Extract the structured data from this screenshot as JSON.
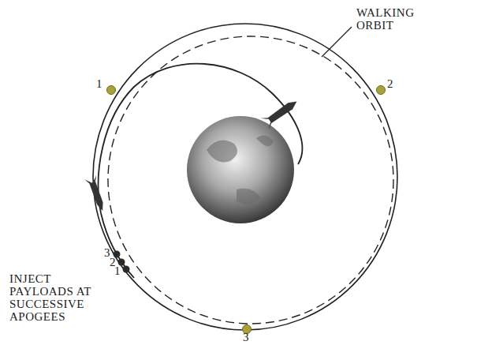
{
  "diagram": {
    "labels": [
      "WALKING ORBIT",
      "1",
      "2",
      "3",
      "3",
      "2",
      "1",
      "INJECT PAYLOADS AT SUCCESSIVE APOGEES"
    ]
  }
}
